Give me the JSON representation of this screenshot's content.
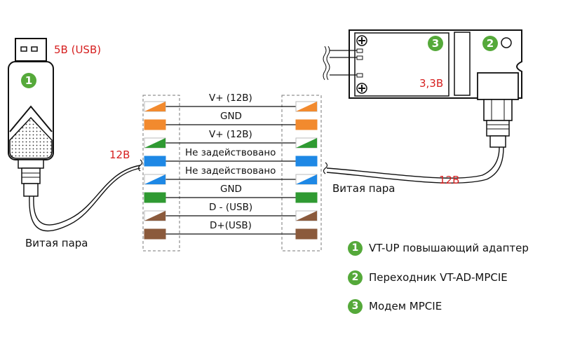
{
  "labels": {
    "usb_voltage": "5В (USB)",
    "left_12v": "12В",
    "right_12v": "12В",
    "modem_voltage": "3,3В",
    "twisted_pair_left": "Витая пара",
    "twisted_pair_right": "Витая пара"
  },
  "badges": {
    "b1": "1",
    "b2": "2",
    "b3": "3"
  },
  "wires": [
    {
      "label": "V+ (12В)",
      "color": "#f28a2e",
      "striped": true
    },
    {
      "label": "GND",
      "color": "#f28a2e",
      "striped": false
    },
    {
      "label": "V+ (12В)",
      "color": "#2f9a32",
      "striped": true
    },
    {
      "label": "Не задействовано",
      "color": "#1e88e5",
      "striped": false
    },
    {
      "label": "Не задействовано",
      "color": "#1e88e5",
      "striped": true
    },
    {
      "label": "GND",
      "color": "#2f9a32",
      "striped": false
    },
    {
      "label": "D - (USB)",
      "color": "#8b5a3c",
      "striped": true
    },
    {
      "label": "D+(USB)",
      "color": "#8b5a3c",
      "striped": false
    }
  ],
  "legend": [
    {
      "num": "1",
      "text": "VT-UP повышающий адаптер"
    },
    {
      "num": "2",
      "text": "Переходник VT-AD-MPCIE"
    },
    {
      "num": "3",
      "text": "Модем MPCIE"
    }
  ],
  "colors": {
    "accent_green": "#55a93a",
    "label_red": "#d62020"
  }
}
